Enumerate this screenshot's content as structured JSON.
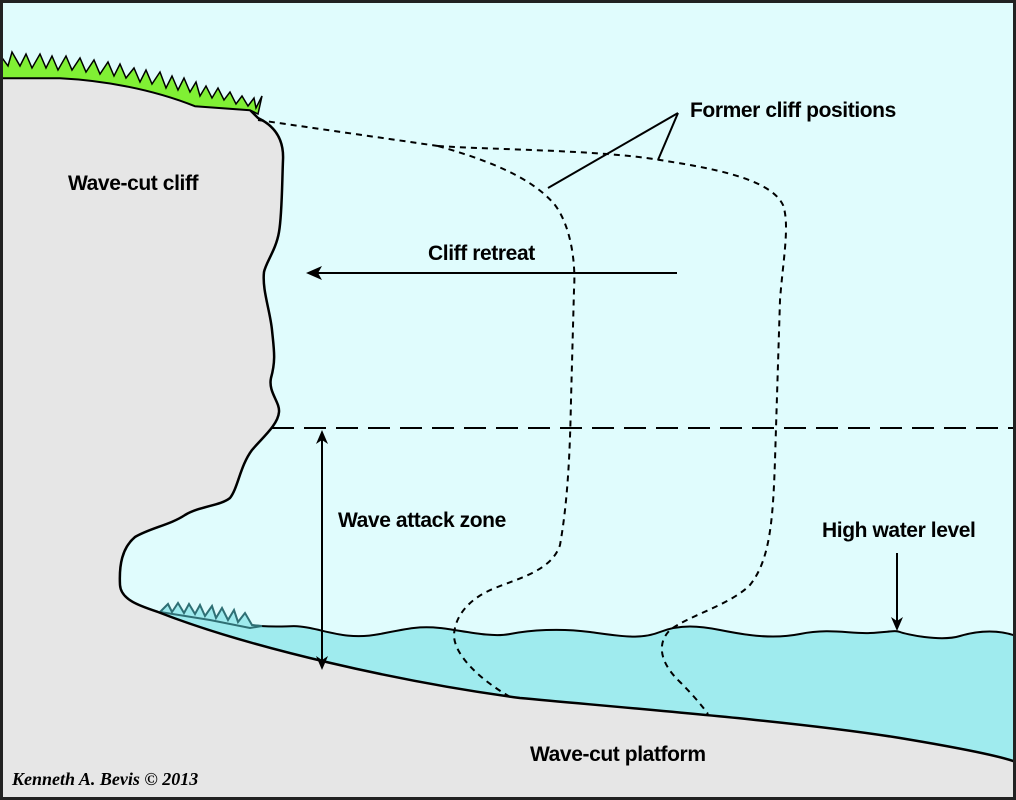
{
  "diagram": {
    "labels": {
      "former_cliff_positions": "Former cliff positions",
      "wave_cut_cliff": "Wave-cut cliff",
      "cliff_retreat": "Cliff retreat",
      "wave_attack_zone": "Wave attack zone",
      "high_water_level": "High water level",
      "wave_cut_platform": "Wave-cut platform"
    },
    "credit": "Kenneth A. Bevis © 2013",
    "colors": {
      "sky": "#e0fcfd",
      "cliff": "#e6e6e6",
      "water": "#9febee",
      "grass": "#80f034",
      "seaweed": "#2f6f74",
      "outline": "#000000"
    }
  }
}
